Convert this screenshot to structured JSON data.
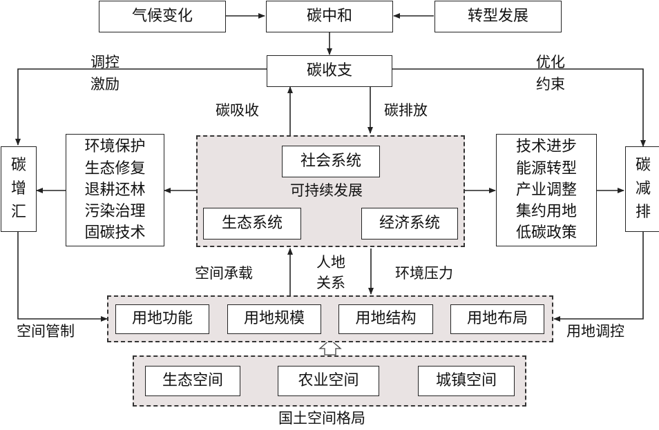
{
  "top_row": {
    "climate": "气候变化",
    "neutrality": "碳中和",
    "transition": "转型发展"
  },
  "budget": "碳收支",
  "labels": {
    "regulate": "调控",
    "incentive": "激励",
    "optimize": "优化",
    "constrain": "约束",
    "absorb": "碳吸收",
    "emit": "碳排放",
    "space_carry": "空间承载",
    "human_land_1": "人地",
    "human_land_2": "关系",
    "env_pressure": "环境压力",
    "space_control": "空间管制",
    "land_control": "用地调控",
    "territory": "国土空间格局"
  },
  "sink": [
    "碳",
    "增",
    "汇"
  ],
  "reduce": [
    "碳",
    "减",
    "排"
  ],
  "left_measures": [
    "环境保护",
    "生态修复",
    "退耕还林",
    "污染治理",
    "固碳技术"
  ],
  "right_measures": [
    "技术进步",
    "能源转型",
    "产业调整",
    "集约用地",
    "低碳政策"
  ],
  "center": {
    "social": "社会系统",
    "sustainable": "可持续发展",
    "ecological": "生态系统",
    "economic": "经济系统"
  },
  "land_use": [
    "用地功能",
    "用地规模",
    "用地结构",
    "用地布局"
  ],
  "spaces": [
    "生态空间",
    "农业空间",
    "城镇空间"
  ]
}
